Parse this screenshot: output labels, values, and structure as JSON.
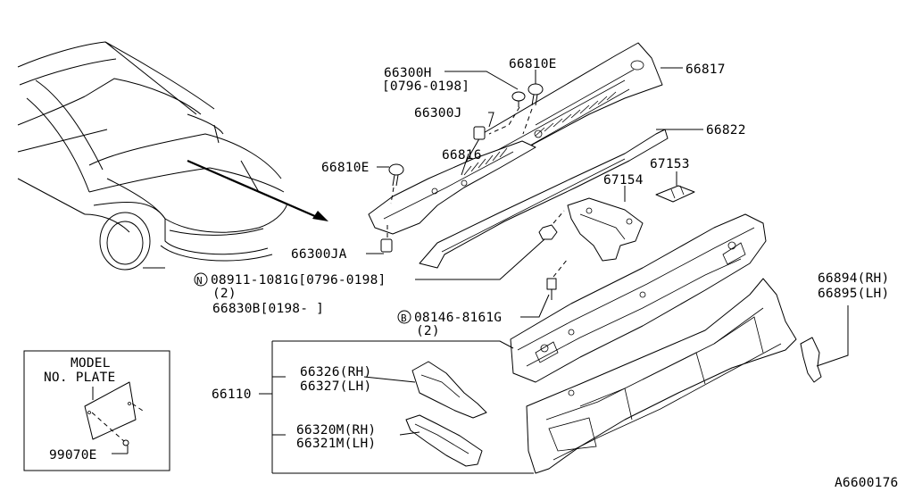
{
  "labels": {
    "p66300h": "66300H",
    "p66300h_date": "[0796-0198]",
    "p66810e_top": "66810E",
    "p66817": "66817",
    "p66300j": "66300J",
    "p66822": "66822",
    "p66810e_left": "66810E",
    "p66816": "66816",
    "p67153": "67153",
    "p67154": "67154",
    "p66300ja": "66300JA",
    "n_circle": "N",
    "p08911": "08911-1081G[0796-0198]",
    "p08911_qty": "(2)",
    "p66830b": "66830B[0198-     ]",
    "b_circle": "B",
    "p08146": "08146-8161G",
    "p08146_qty": "(2)",
    "p66894": "66894(RH)",
    "p66895": "66895(LH)",
    "p66110": "66110",
    "p66326": "66326(RH)",
    "p66327": "66327(LH)",
    "p66320m": "66320M(RH)",
    "p66321m": "66321M(LH)",
    "model_plate_1": "MODEL",
    "model_plate_2": "NO. PLATE",
    "p99070e": "99070E",
    "diagram_code": "A6600176"
  }
}
